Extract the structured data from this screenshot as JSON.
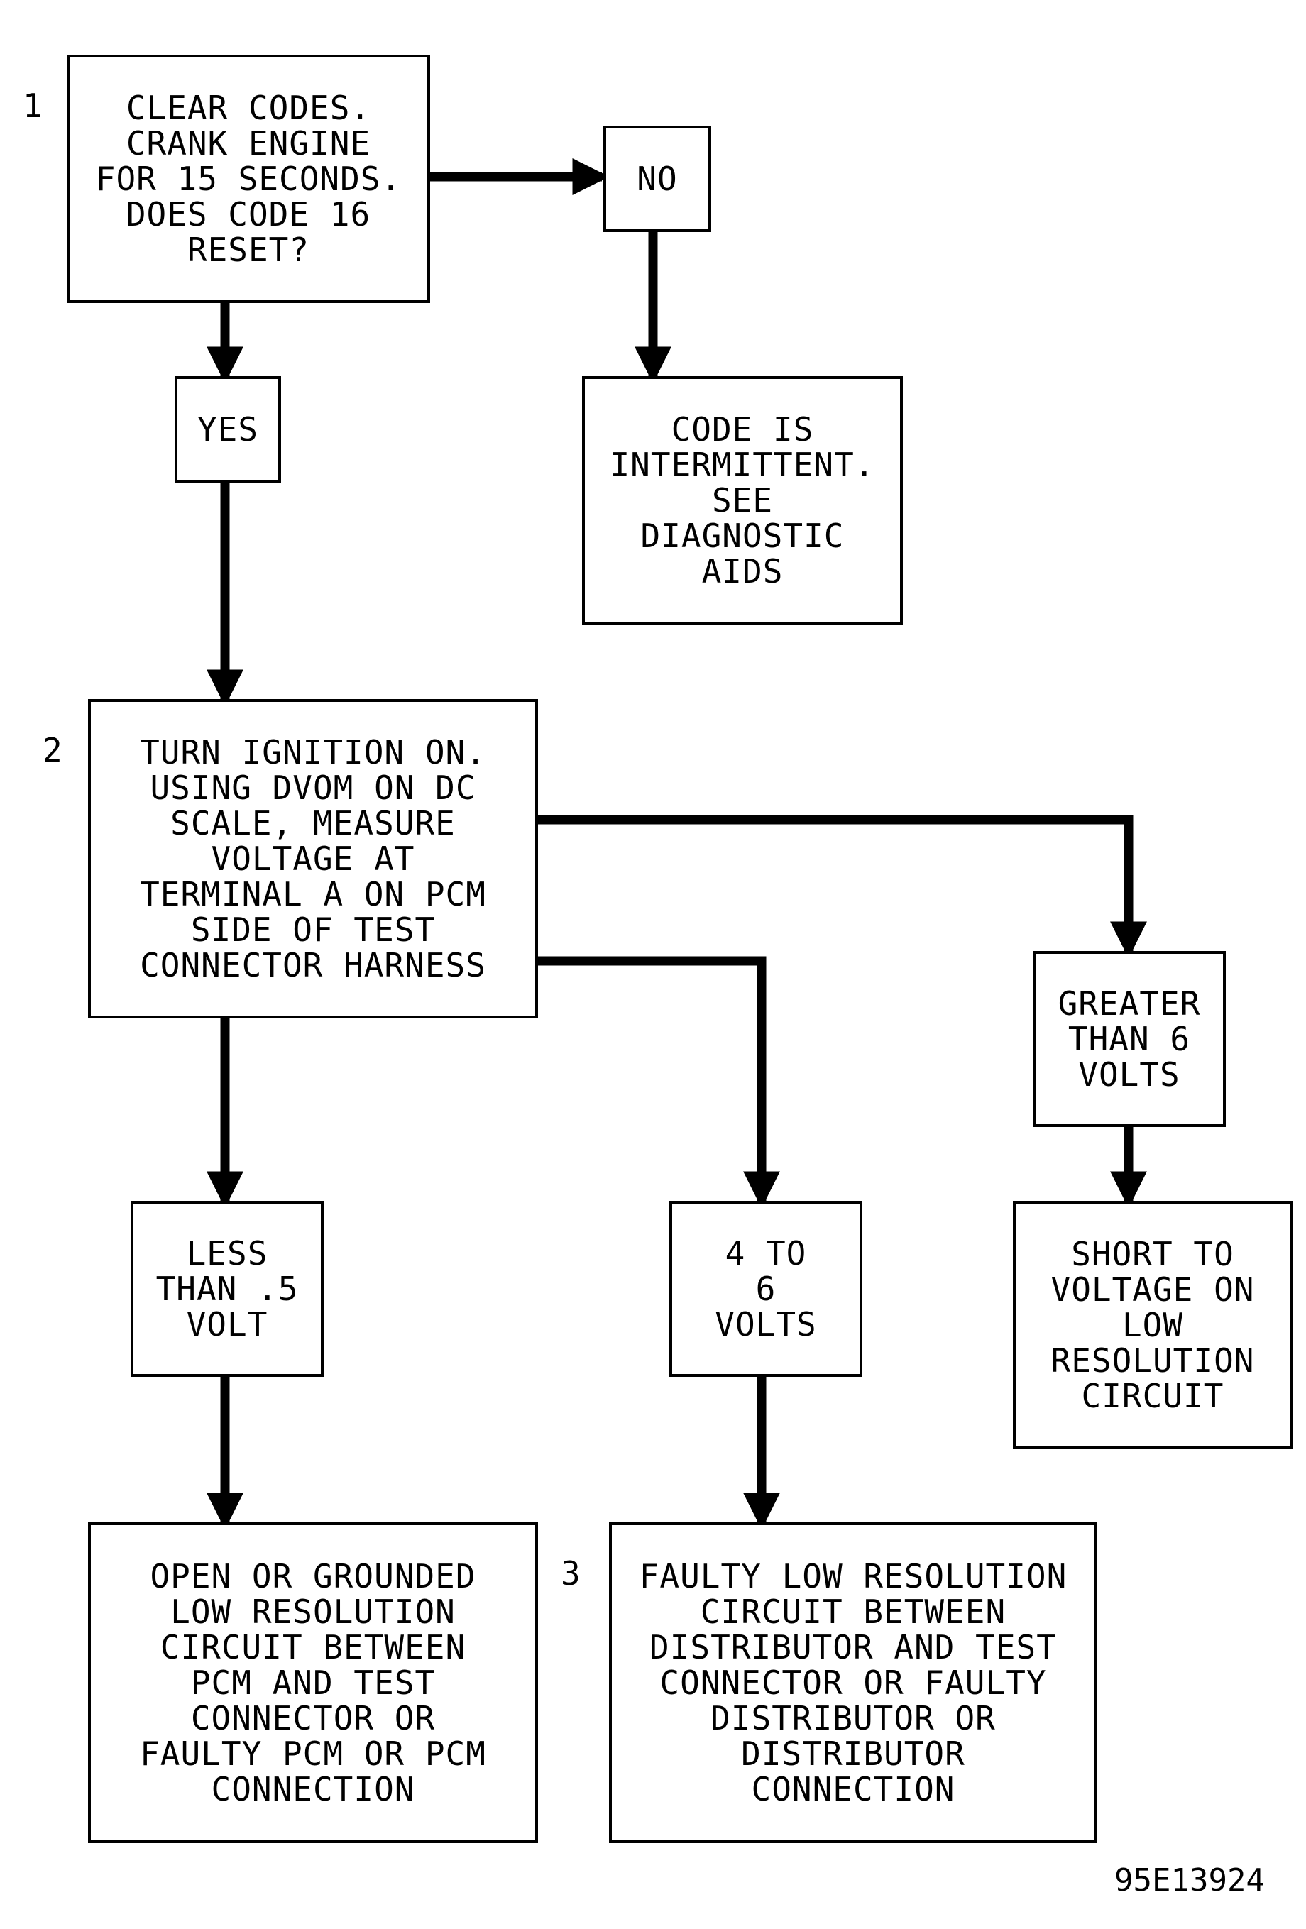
{
  "diagram": {
    "step1": {
      "number": "1",
      "text": "CLEAR CODES.\nCRANK ENGINE\nFOR 15 SECONDS.\nDOES CODE 16\nRESET?"
    },
    "step1_no": {
      "text": "NO"
    },
    "step1_yes": {
      "text": "YES"
    },
    "result_intermittent": {
      "text": "CODE IS\nINTERMITTENT.\nSEE\nDIAGNOSTIC\nAIDS"
    },
    "step2": {
      "number": "2",
      "text": "TURN IGNITION ON.\nUSING DVOM ON DC\nSCALE, MEASURE\nVOLTAGE AT\nTERMINAL A ON PCM\nSIDE OF TEST\nCONNECTOR HARNESS"
    },
    "branch_greater": {
      "text": "GREATER\nTHAN 6\nVOLTS"
    },
    "result_short": {
      "text": "SHORT TO\nVOLTAGE ON\nLOW\nRESOLUTION\nCIRCUIT"
    },
    "branch_less": {
      "text": "LESS\nTHAN .5\nVOLT"
    },
    "branch_4to6": {
      "text": "4 TO\n6\nVOLTS"
    },
    "result_open": {
      "text": "OPEN OR GROUNDED\nLOW RESOLUTION\nCIRCUIT BETWEEN\nPCM AND TEST\nCONNECTOR OR\nFAULTY PCM OR PCM\nCONNECTION"
    },
    "step3": {
      "number": "3",
      "text": "FAULTY LOW RESOLUTION\nCIRCUIT BETWEEN\nDISTRIBUTOR AND TEST\nCONNECTOR OR FAULTY\nDISTRIBUTOR OR\nDISTRIBUTOR\nCONNECTION"
    },
    "figure_id": "95E13924"
  }
}
